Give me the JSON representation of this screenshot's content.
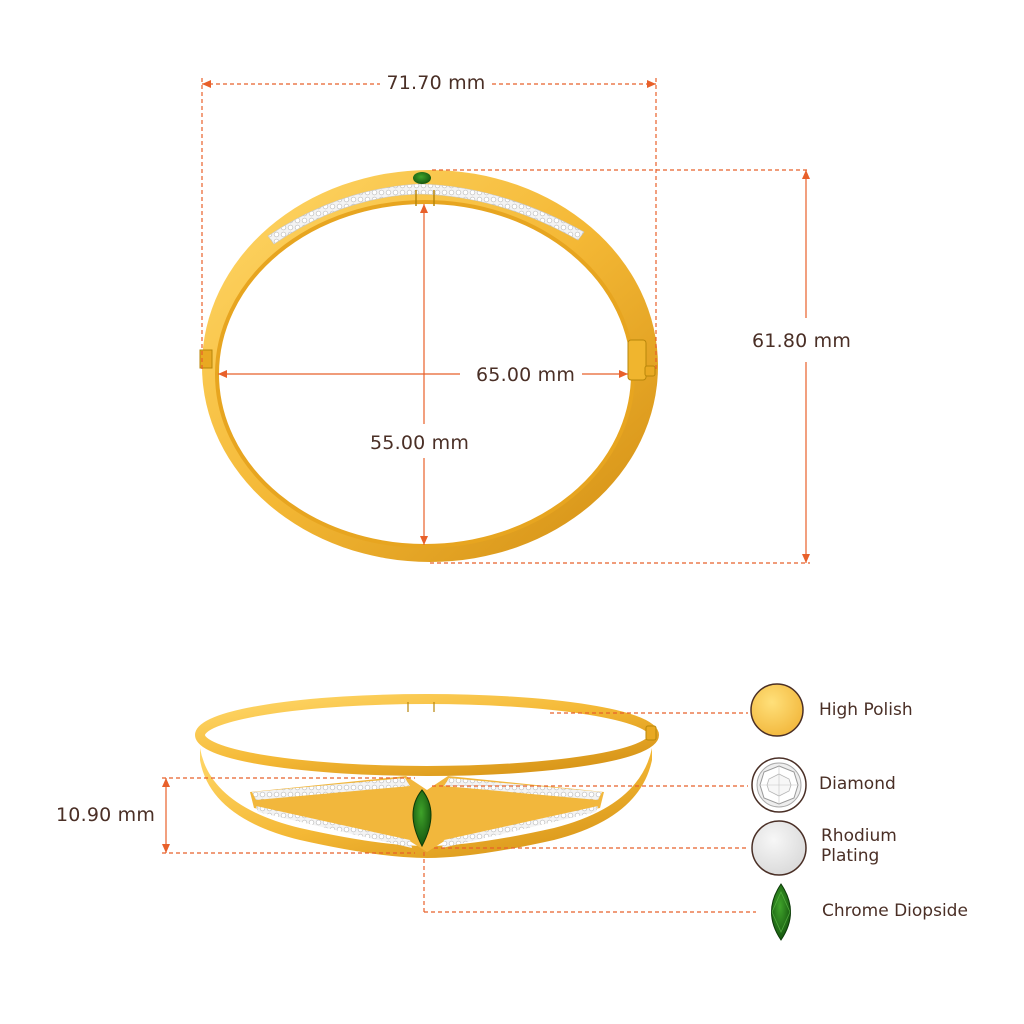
{
  "colors": {
    "dimension_line": "#e8602a",
    "gold": "#f4b835",
    "gold_dark": "#d18d12",
    "gold_light": "#ffd86a",
    "gem_green": "#1e6b16",
    "text": "#4a2f26"
  },
  "top_view": {
    "outer_width": "71.70 mm",
    "outer_height": "61.80 mm",
    "inner_width": "65.00 mm",
    "inner_height": "55.00 mm"
  },
  "side_view": {
    "height": "10.90 mm"
  },
  "legend": [
    {
      "label": "High Polish",
      "swatch": "high-polish"
    },
    {
      "label": "Diamond",
      "swatch": "diamond"
    },
    {
      "label_line1": "Rhodium",
      "label_line2": "Plating",
      "swatch": "rhodium"
    },
    {
      "label": "Chrome Diopside",
      "swatch": "chrome-diopside"
    }
  ]
}
